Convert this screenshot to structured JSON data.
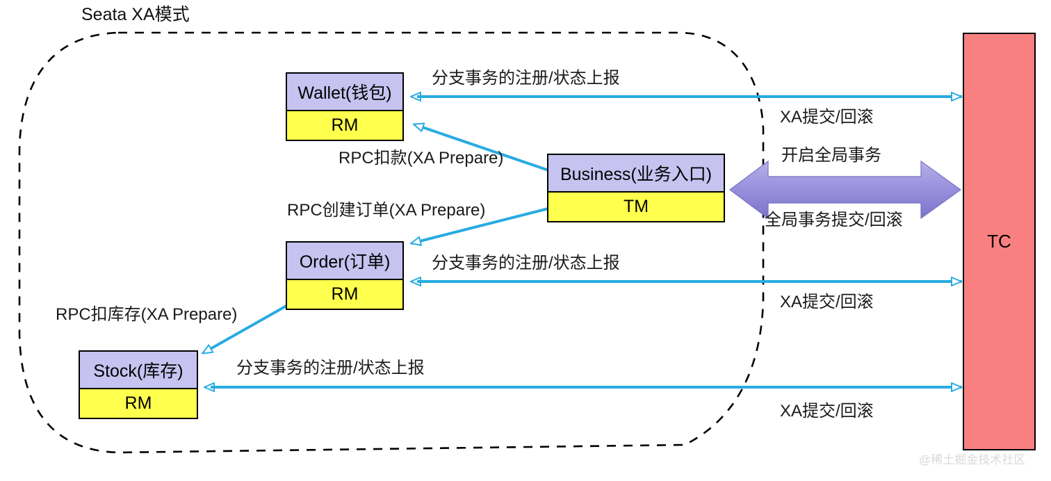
{
  "diagram": {
    "title": "Seata XA模式",
    "watermark": "@稀土掘金技术社区",
    "colors": {
      "service_header": "#c6c3f0",
      "service_role": "#ffff4d",
      "tc": "#f98080",
      "arrow_cyan": "#29abe2",
      "arrow_purple": "#8e86d6",
      "boundary_dash": "#000000"
    }
  },
  "boundary": {
    "name": "Seata XA模式 boundary",
    "style": "dashed-rounded-rectangle"
  },
  "nodes": [
    {
      "id": "wallet",
      "service": "Wallet(钱包)",
      "role": "RM"
    },
    {
      "id": "business",
      "service": "Business(业务入口)",
      "role": "TM"
    },
    {
      "id": "order",
      "service": "Order(订单)",
      "role": "RM"
    },
    {
      "id": "stock",
      "service": "Stock(库存)",
      "role": "RM"
    }
  ],
  "tc": {
    "label": "TC"
  },
  "edge_labels": {
    "wallet_register": "分支事务的注册/状态上报",
    "wallet_xa": "XA提交/回滚",
    "rpc_deduct": "RPC扣款(XA Prepare)",
    "rpc_create_order": "RPC创建订单(XA Prepare)",
    "rpc_deduct_stock": "RPC扣库存(XA Prepare)",
    "begin_global_tx": "开启全局事务",
    "global_tx_commit": "全局事务提交/回滚",
    "order_register": "分支事务的注册/状态上报",
    "order_xa": "XA提交/回滚",
    "stock_register": "分支事务的注册/状态上报",
    "stock_xa": "XA提交/回滚"
  }
}
